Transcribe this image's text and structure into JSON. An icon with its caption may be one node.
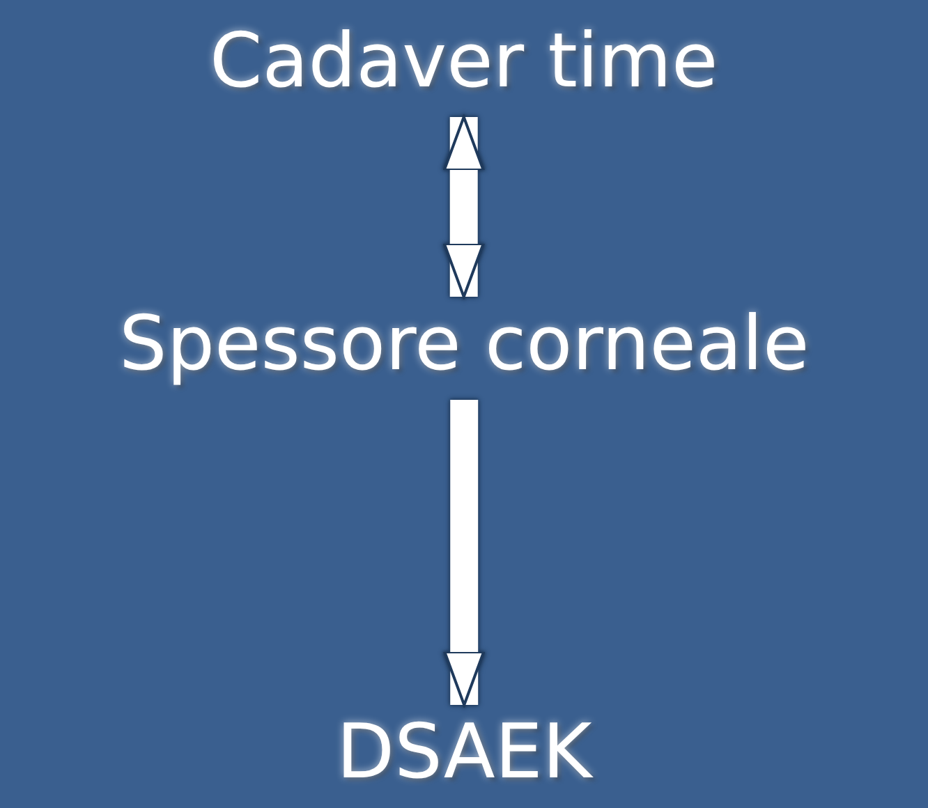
{
  "diagram": {
    "nodes": [
      {
        "text": [
          "Cadaver time"
        ]
      },
      {
        "text": [
          "Spessore corneale"
        ]
      },
      {
        "text": [
          "DSAEK"
        ]
      }
    ],
    "edges": [
      {
        "from": 0,
        "to": 1,
        "arrow": "both"
      },
      {
        "from": 1,
        "to": 2,
        "arrow": "to"
      }
    ]
  }
}
